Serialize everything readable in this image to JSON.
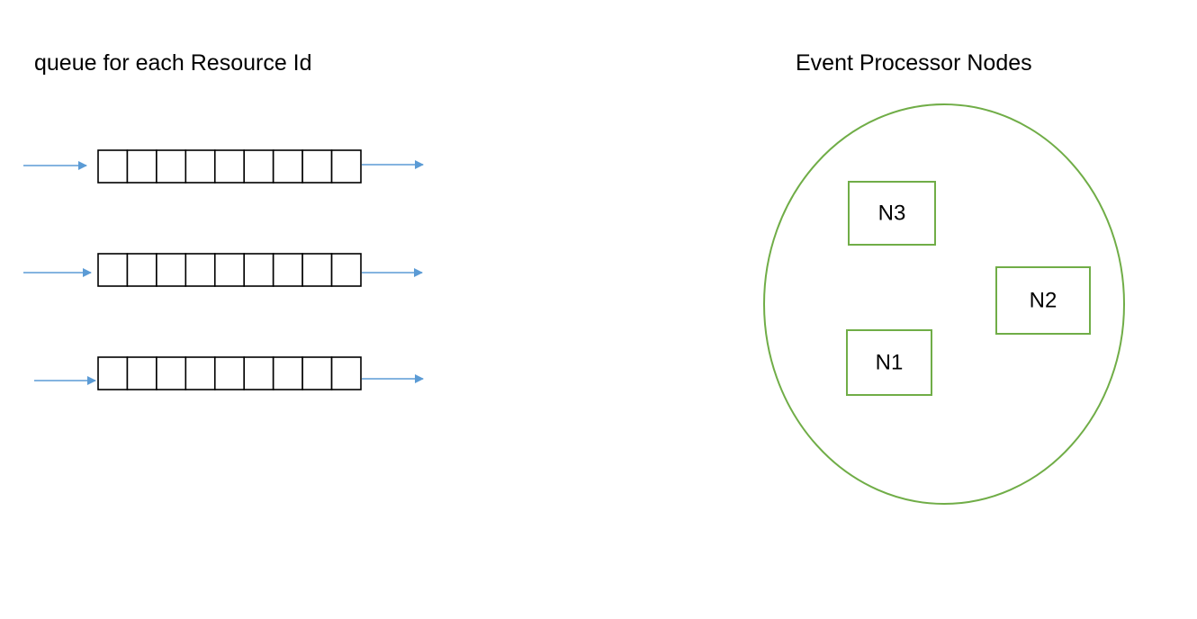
{
  "titles": {
    "queues": "queue for each Resource Id",
    "nodes": "Event Processor Nodes"
  },
  "queue_count": 3,
  "slots_per_queue": 9,
  "nodes": [
    {
      "id": "N3"
    },
    {
      "id": "N2"
    },
    {
      "id": "N1"
    }
  ],
  "colors": {
    "arrow": "#5b9bd5",
    "cluster": "#70ad47",
    "queue_border": "#000000"
  }
}
